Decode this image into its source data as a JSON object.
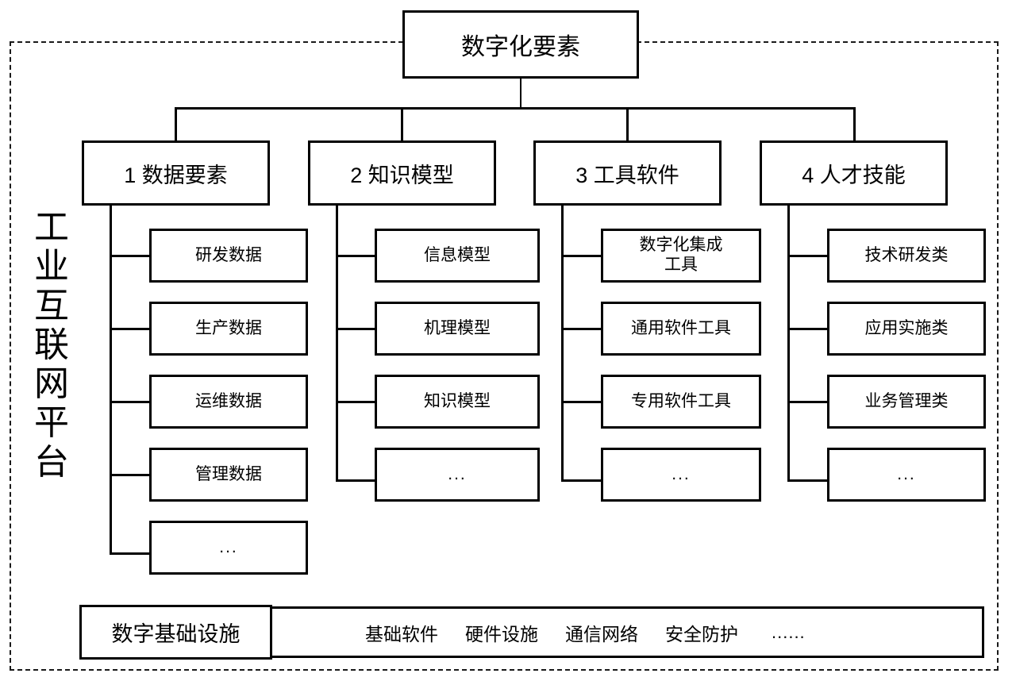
{
  "frame": {
    "platform_label": "工业互联网平台",
    "platform_label_chars": [
      "工",
      "业",
      "互",
      "联",
      "网",
      "平",
      "台"
    ]
  },
  "root": {
    "label": "数字化要素"
  },
  "categories": [
    {
      "label": "1 数据要素",
      "children": [
        {
          "label": "研发数据"
        },
        {
          "label": "生产数据"
        },
        {
          "label": "运维数据"
        },
        {
          "label": "管理数据"
        },
        {
          "label": "..."
        }
      ]
    },
    {
      "label": "2 知识模型",
      "children": [
        {
          "label": "信息模型"
        },
        {
          "label": "机理模型"
        },
        {
          "label": "知识模型"
        },
        {
          "label": "..."
        }
      ]
    },
    {
      "label": "3 工具软件",
      "children": [
        {
          "label": "数字化集成\n工具"
        },
        {
          "label": "通用软件工具"
        },
        {
          "label": "专用软件工具"
        },
        {
          "label": "..."
        }
      ]
    },
    {
      "label": "4 人才技能",
      "children": [
        {
          "label": "技术研发类"
        },
        {
          "label": "应用实施类"
        },
        {
          "label": "业务管理类"
        },
        {
          "label": "..."
        }
      ]
    }
  ],
  "infrastructure": {
    "title": "数字基础设施",
    "items": [
      {
        "label": "基础软件"
      },
      {
        "label": "硬件设施"
      },
      {
        "label": "通信网络"
      },
      {
        "label": "安全防护"
      },
      {
        "label": "......"
      }
    ]
  },
  "colors": {
    "stroke": "#000000",
    "background": "#ffffff",
    "frame_stroke": "#1a1a1a"
  }
}
